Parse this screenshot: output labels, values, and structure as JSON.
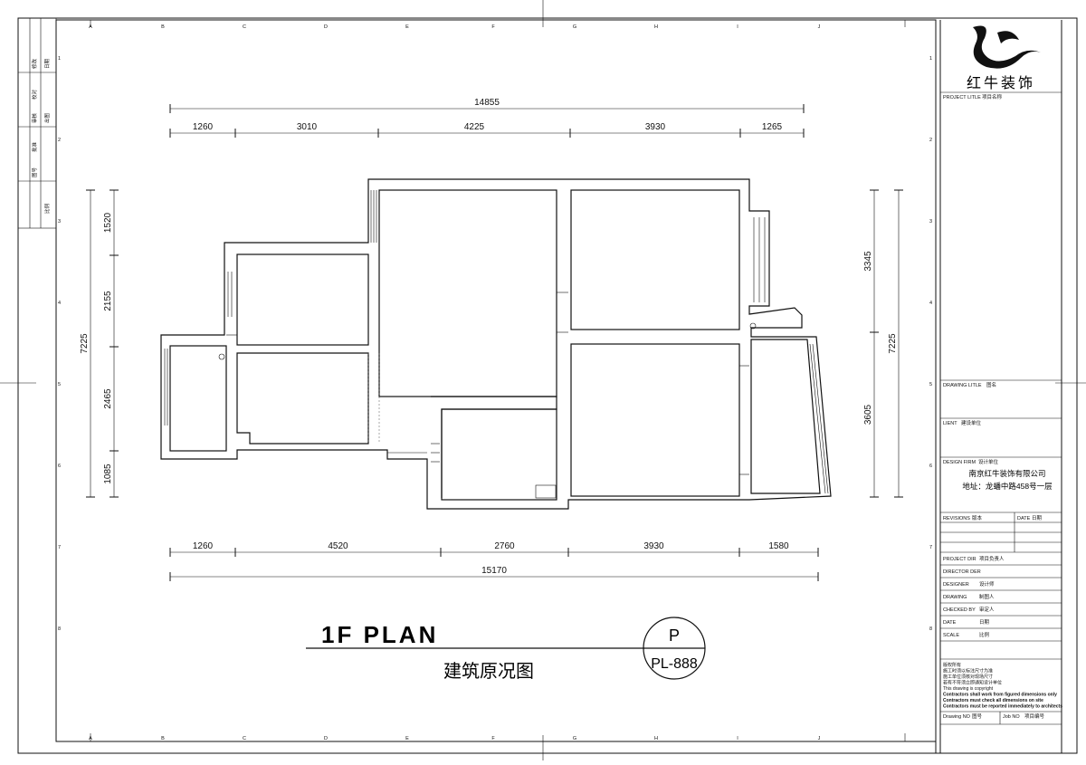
{
  "plan": {
    "title_en": "1F PLAN",
    "title_cn": "建筑原况图",
    "symbol_letter": "P",
    "symbol_code": "PL-888"
  },
  "dimensions": {
    "top_total": "14855",
    "top_segments": [
      "1260",
      "3010",
      "4225",
      "3930",
      "1265"
    ],
    "bottom_segments": [
      "1260",
      "4520",
      "2760",
      "3930",
      "1580"
    ],
    "bottom_total": "15170",
    "left_total": "7225",
    "left_segments": [
      "1520",
      "2155",
      "2465",
      "1085"
    ],
    "right_total": "7225",
    "right_segments": [
      "3345",
      "3605"
    ]
  },
  "grid": {
    "cols": [
      "A",
      "B",
      "C",
      "D",
      "E",
      "F",
      "G",
      "H",
      "I",
      "J"
    ],
    "rows": [
      "1",
      "2",
      "3",
      "4",
      "5",
      "6",
      "7",
      "8"
    ]
  },
  "left_strip": [
    "修改",
    "校对",
    "审核",
    "批准",
    "图号",
    "日期",
    "出图",
    "比例"
  ],
  "title_block": {
    "company_logo_text": "红牛装饰",
    "project_title_label": "PROJECT LITLE",
    "project_title_cn": "项目名称",
    "drawing_title_label": "DRAWING LITLE",
    "drawing_title_cn": "图名",
    "client_label": "LIENT",
    "client_cn": "建设单位",
    "design_firm_label": "DESIGN FIRM",
    "design_firm_cn": "设计单位",
    "firm_name": "南京红牛装饰有限公司",
    "firm_address": "地址：龙蟠中路458号一层",
    "revisions_label": "REVISIONS",
    "revisions_cn": "版本",
    "date_label_right": "DATE",
    "date_cn_right": "日期",
    "rows": [
      {
        "label": "PROJECT DIR",
        "cn": "项目负责人"
      },
      {
        "label": "DIRECTOR DER",
        "cn": ""
      },
      {
        "label": "DESIGNER",
        "cn": "设计师"
      },
      {
        "label": "DRAWING",
        "cn": "制图人"
      },
      {
        "label": "CHECKED BY",
        "cn": "审定人"
      },
      {
        "label": "DATE",
        "cn": "日期"
      },
      {
        "label": "SCALE",
        "cn": "比例"
      }
    ],
    "notes": [
      "版权所有",
      "施工时须以标注尺寸为准",
      "施工单位须核对现场尺寸",
      "若有不符须立即通知设计单位",
      "This drawing is copyright",
      "Contractors shall work from figured dimensions only",
      "Contractors must check all dimensions on site",
      "Contractors must be reported immediately to architects"
    ],
    "drawing_no_label": "Drawing NO",
    "drawing_no_cn": "图号",
    "job_no_label": "Job NO",
    "job_no_cn": "项目编号"
  }
}
